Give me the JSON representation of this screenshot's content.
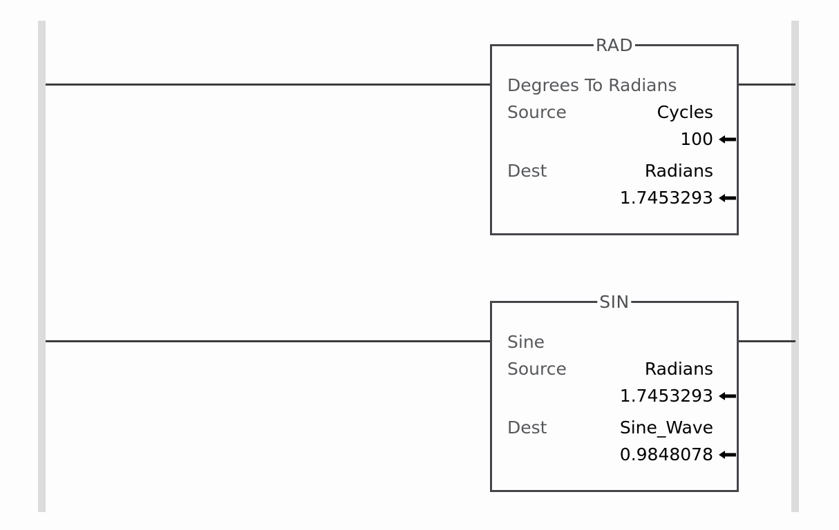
{
  "diagram": {
    "type": "ladder-logic-rungs",
    "background_color": "#fdfdfd",
    "rail_color": "#dcdcdc",
    "wire_color": "#3b3b3e",
    "block_border_color": "#44464a",
    "label_color": "#57595c",
    "value_color": "#000000"
  },
  "rungs": [
    {
      "id": "rung-0",
      "block": {
        "mnemonic": "RAD",
        "description": "Degrees To Radians",
        "operands": [
          {
            "label": "Source",
            "tag": "Cycles",
            "value": "100",
            "arrow": "left-arrow-icon"
          },
          {
            "label": "Dest",
            "tag": "Radians",
            "value": "1.7453293",
            "arrow": "left-arrow-icon"
          }
        ]
      }
    },
    {
      "id": "rung-1",
      "block": {
        "mnemonic": "SIN",
        "description": "Sine",
        "operands": [
          {
            "label": "Source",
            "tag": "Radians",
            "value": "1.7453293",
            "arrow": "left-arrow-icon"
          },
          {
            "label": "Dest",
            "tag": "Sine_Wave",
            "value": "0.9848078",
            "arrow": "left-arrow-icon"
          }
        ]
      }
    }
  ]
}
